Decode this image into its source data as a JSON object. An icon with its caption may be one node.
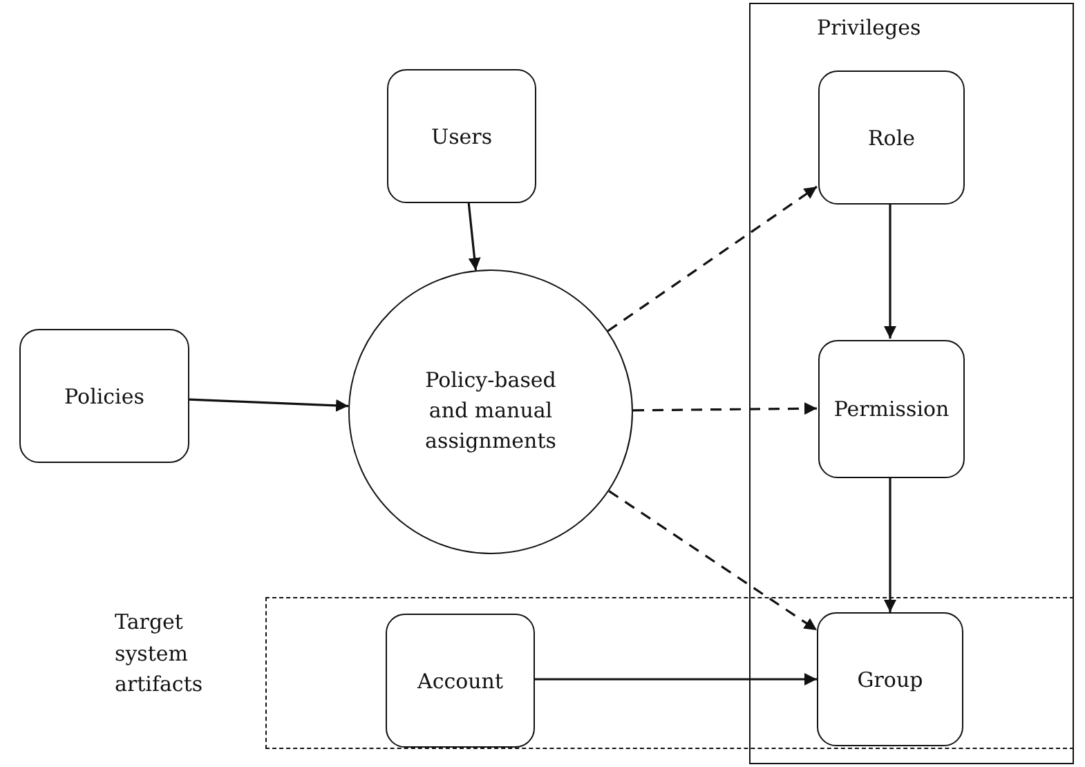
{
  "diagram": {
    "nodes": [
      {
        "text": [
          "Privileges"
        ]
      },
      {
        "text": [
          "Target system artifacts"
        ]
      },
      {
        "text": [
          "Users"
        ]
      },
      {
        "text": [
          "Policies"
        ]
      },
      {
        "text": [
          "Policy-based and manual assignments"
        ]
      },
      {
        "text": [
          "Role"
        ],
        "in": 0
      },
      {
        "text": [
          "Permission"
        ],
        "in": 0
      },
      {
        "text": [
          "Account"
        ],
        "in": 1
      },
      {
        "text": [
          "Group"
        ]
      }
    ],
    "edges": [
      {
        "from": 2,
        "to": 4,
        "arrow": "to"
      },
      {
        "from": 3,
        "to": 4,
        "arrow": "to"
      },
      {
        "from": 4,
        "to": 5,
        "arrow": "to",
        "style": "dashed"
      },
      {
        "from": 4,
        "to": 6,
        "arrow": "to",
        "style": "dashed"
      },
      {
        "from": 4,
        "to": 8,
        "arrow": "to",
        "style": "dashed"
      },
      {
        "from": 5,
        "to": 6,
        "arrow": "to"
      },
      {
        "from": 6,
        "to": 8,
        "arrow": "to"
      },
      {
        "from": 7,
        "to": 8,
        "arrow": "to"
      }
    ]
  }
}
